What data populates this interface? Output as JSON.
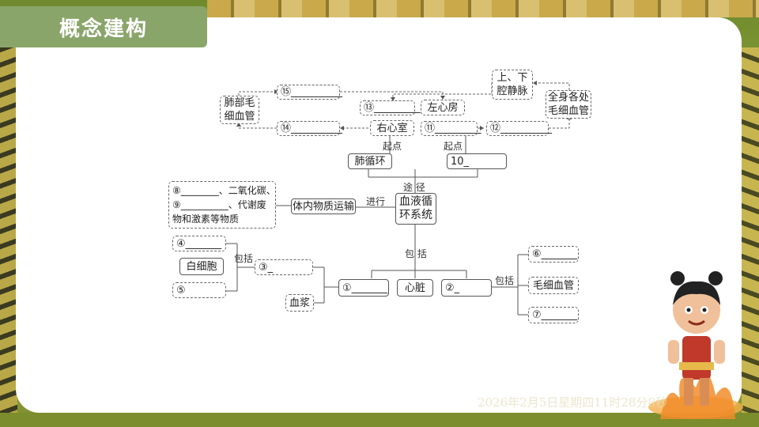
{
  "slide": {
    "title": "概念建构"
  },
  "diagram": {
    "center": [
      "血液循",
      "环系统"
    ],
    "pulmonary_route": "肺循环",
    "systemic_route": "10_",
    "right_ventricle": "右心室",
    "left_atrium": "左心房",
    "blank13": "⑬",
    "blank15": "⑮",
    "blank14": "⑭",
    "blank11": "⑪",
    "blank12": "⑫",
    "vena_cava": [
      "上、下",
      "腔静脉"
    ],
    "lung_capillary": [
      "肺部毛",
      "细血管"
    ],
    "body_capillary": [
      "全身各处",
      "毛细血管"
    ],
    "label_start_left": "起点",
    "label_start_right": "起点",
    "label_route": "途 径",
    "label_conduct": "进行",
    "label_include_main": "包 括",
    "label_include_left": "包括",
    "label_include_right": "包括",
    "transport": "体内物质运输",
    "substances": [
      "⑧________、二氧化碳、",
      "⑨__________、代谢废",
      "物和激素等物质"
    ],
    "heart": "心脏",
    "blank1": "①",
    "blank2": "②_",
    "blank3": "③_",
    "blank4": "④",
    "blank5": "⑤",
    "white_cell": "白细胞",
    "plasma": "血浆",
    "blank6": "⑥",
    "capillary": "毛细血管",
    "blank7": "⑦"
  },
  "watermark": "2026年2月5日星期四11时28分8秒"
}
